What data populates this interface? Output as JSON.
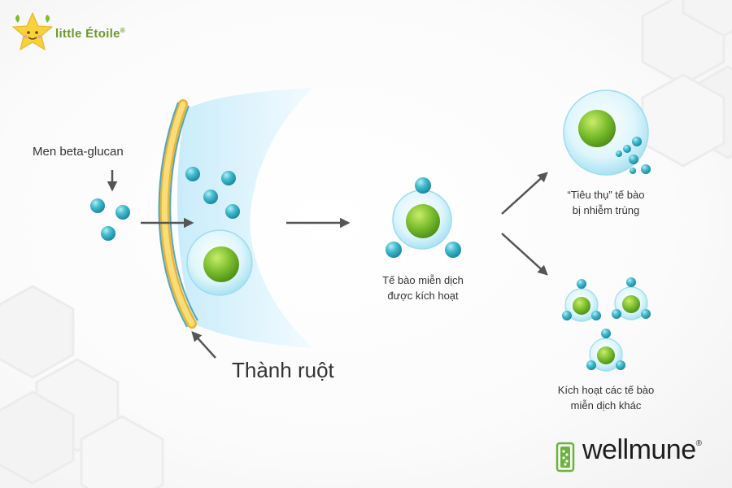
{
  "brand": {
    "name": "little Étoile",
    "mark": "®"
  },
  "labels": {
    "beta_glucan": "Men beta-glucan",
    "gut_wall": "Thành ruột",
    "activated_cell": [
      "Tế bào miễn dịch",
      "được kích hoạt"
    ],
    "consume_infected": [
      "“Tiêu thụ” tế bào",
      "bị nhiễm trùng"
    ],
    "activate_others": [
      "Kích hoạt các tế bào",
      "miễn dịch khác"
    ]
  },
  "partner": {
    "name": "wellmune",
    "mark": "®"
  },
  "colors": {
    "particle": "#3fb5c8",
    "nucleus": "#7cbf2e",
    "membrane": "#f2c94c",
    "arrow": "#555555",
    "cell_body": "#d9f3fb",
    "wellmune_green": "#6cb33e"
  }
}
